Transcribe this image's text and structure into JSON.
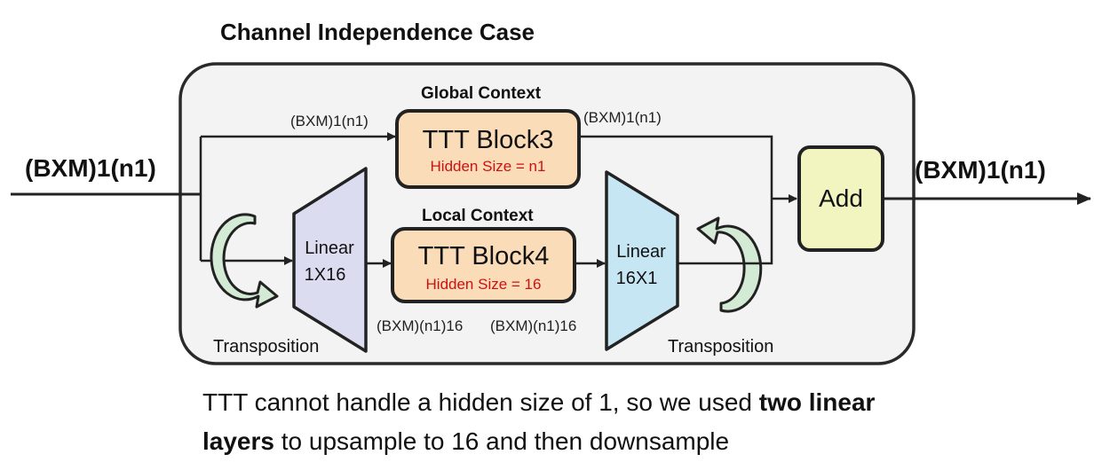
{
  "title": "Channel Independence Case",
  "input_label": "(BXM)1(n1)",
  "output_label": "(BXM)1(n1)",
  "global_context": {
    "header": "Global Context",
    "block_title": "TTT Block3",
    "hidden_size": "Hidden Size = n1",
    "in_label": "(BXM)1(n1)",
    "out_label": "(BXM)1(n1)"
  },
  "local_context": {
    "header": "Local Context",
    "block_title": "TTT Block4",
    "hidden_size": "Hidden Size = 16",
    "in_label": "(BXM)(n1)16",
    "out_label": "(BXM)(n1)16"
  },
  "linear_up": {
    "line1": "Linear",
    "line2": "1X16"
  },
  "linear_down": {
    "line1": "Linear",
    "line2": "16X1"
  },
  "add_label": "Add",
  "transposition_left": "Transposition",
  "transposition_right": "Transposition",
  "caption": {
    "part1": "TTT cannot handle a hidden size of 1, so we used ",
    "bold": "two linear layers",
    "part2": " to upsample to 16 and then downsample"
  },
  "colors": {
    "ttt_fill": "#fbdcb8",
    "hidden_text": "#cc1111",
    "linear_up_fill": "#dcdcf0",
    "linear_down_fill": "#c6e6f4",
    "add_fill": "#f2f5bf",
    "panel_fill": "#f3f3f3",
    "transpose_fill": "#d3ead5"
  }
}
